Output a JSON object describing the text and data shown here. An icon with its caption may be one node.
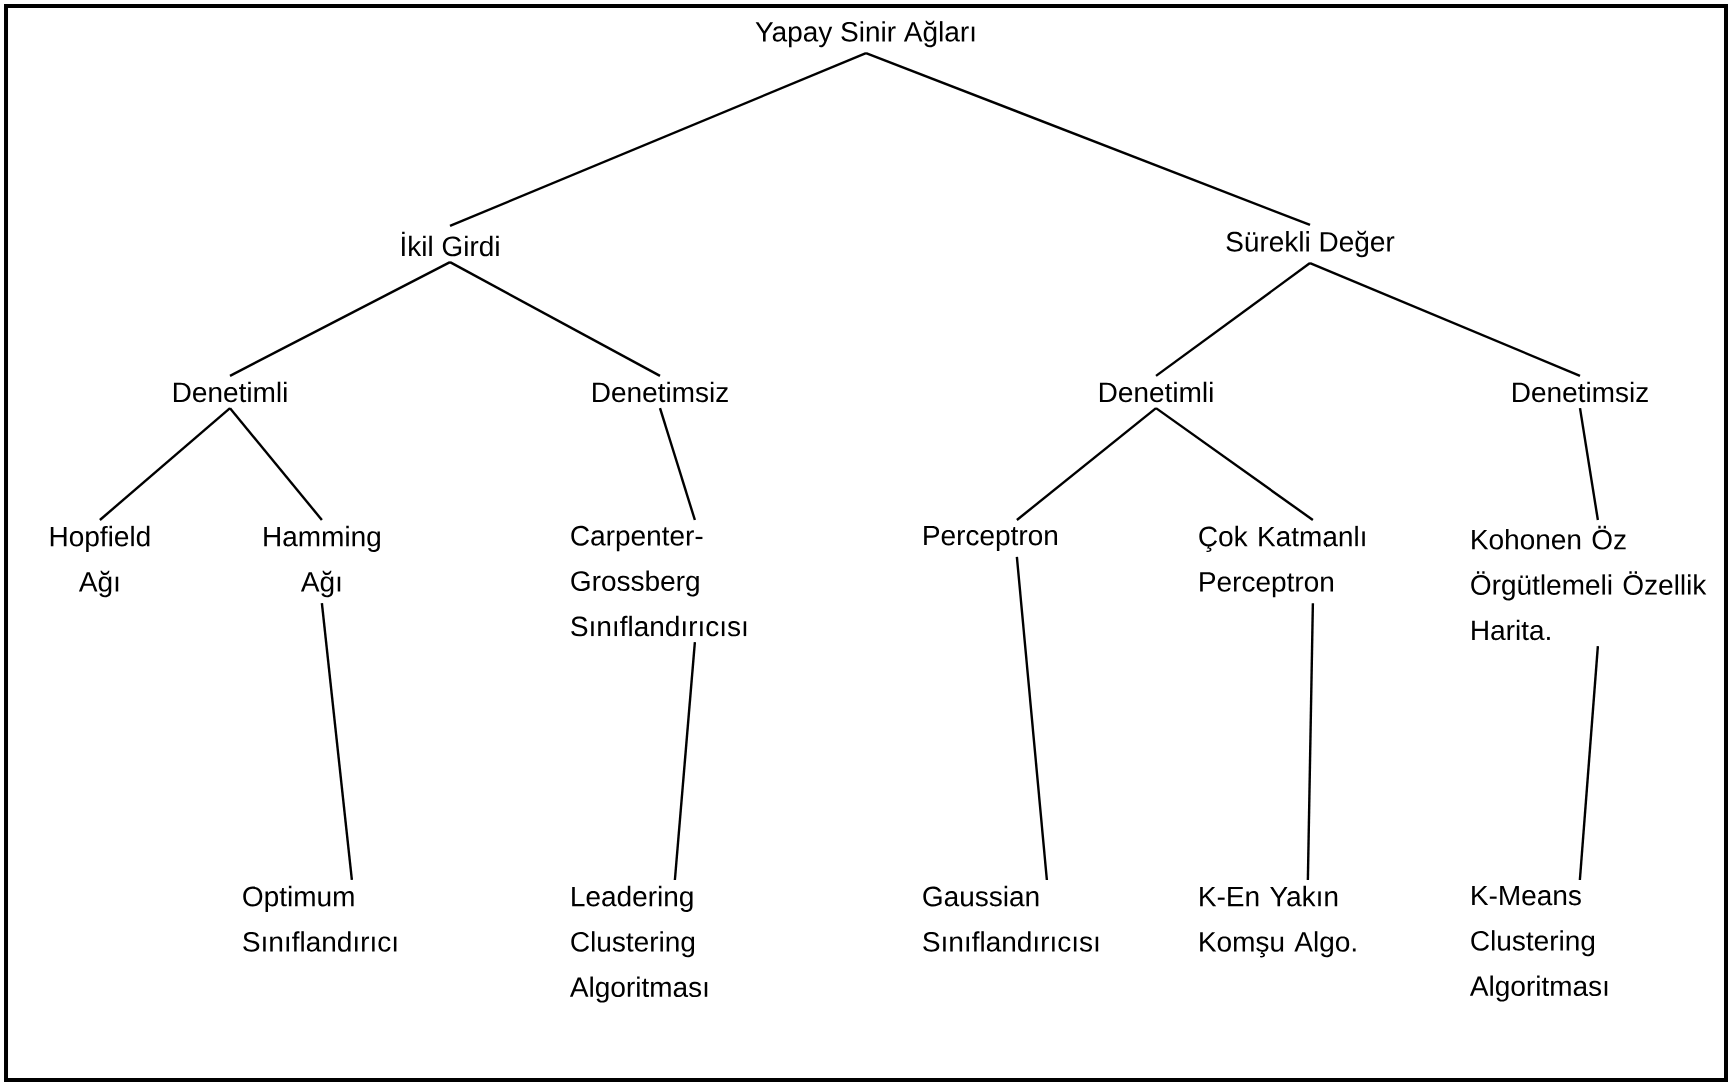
{
  "diagram": {
    "nodes": [
      {
        "text": [
          "Yapay Sinir Ağları"
        ]
      },
      {
        "text": [
          "İkil Girdi"
        ]
      },
      {
        "text": [
          "Sürekli Değer"
        ]
      },
      {
        "text": [
          "Denetimli"
        ]
      },
      {
        "text": [
          "Denetimsiz"
        ]
      },
      {
        "text": [
          "Denetimli"
        ]
      },
      {
        "text": [
          "Denetimsiz"
        ]
      },
      {
        "text": [
          "Hopfield Ağı"
        ]
      },
      {
        "text": [
          "Hamming Ağı"
        ]
      },
      {
        "text": [
          "Carpenter- Grossberg Sınıflandırıcısı"
        ]
      },
      {
        "text": [
          "Perceptron"
        ]
      },
      {
        "text": [
          "Çok Katmanlı Perceptron"
        ]
      },
      {
        "text": [
          "Kohonen Öz Örgütlemeli Özellik Harita."
        ]
      },
      {
        "text": [
          "Optimum Sınıflandırıcı"
        ]
      },
      {
        "text": [
          "Leadering Clustering Algoritması"
        ]
      },
      {
        "text": [
          "Gaussian Sınıflandırıcısı"
        ]
      },
      {
        "text": [
          "K-En Yakın Komşu Algo."
        ]
      },
      {
        "text": [
          "K-Means Clustering Algoritması"
        ]
      }
    ],
    "edges": [
      {
        "from": 0,
        "to": 1,
        "arrow": "none"
      },
      {
        "from": 0,
        "to": 2,
        "arrow": "none"
      },
      {
        "from": 1,
        "to": 3,
        "arrow": "none"
      },
      {
        "from": 1,
        "to": 4,
        "arrow": "none"
      },
      {
        "from": 2,
        "to": 5,
        "arrow": "none"
      },
      {
        "from": 2,
        "to": 6,
        "arrow": "none"
      },
      {
        "from": 3,
        "to": 7,
        "arrow": "none"
      },
      {
        "from": 3,
        "to": 8,
        "arrow": "none"
      },
      {
        "from": 4,
        "to": 9,
        "arrow": "none"
      },
      {
        "from": 5,
        "to": 10,
        "arrow": "none"
      },
      {
        "from": 5,
        "to": 11,
        "arrow": "none"
      },
      {
        "from": 6,
        "to": 12,
        "arrow": "none"
      },
      {
        "from": 8,
        "to": 13,
        "arrow": "none"
      },
      {
        "from": 9,
        "to": 14,
        "arrow": "none"
      },
      {
        "from": 10,
        "to": 15,
        "arrow": "none"
      },
      {
        "from": 11,
        "to": 16,
        "arrow": "none"
      },
      {
        "from": 12,
        "to": 17,
        "arrow": "none"
      }
    ]
  }
}
